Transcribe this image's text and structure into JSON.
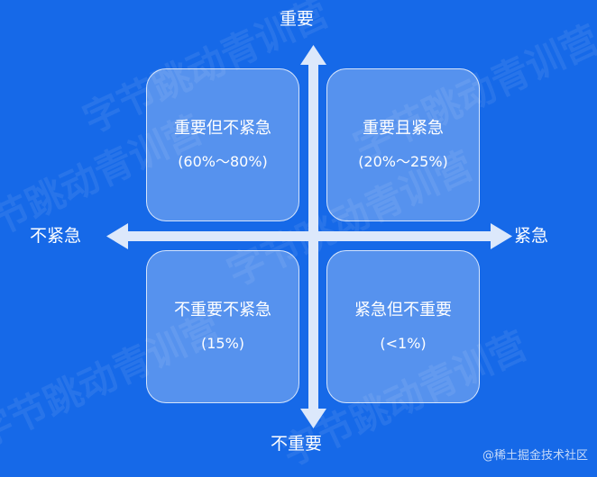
{
  "axes": {
    "top": "重要",
    "bottom": "不重要",
    "left": "不紧急",
    "right": "紧急"
  },
  "quadrants": {
    "top_left": {
      "title": "重要但不紧急",
      "pct": "(60%～80%)"
    },
    "top_right": {
      "title": "重要且紧急",
      "pct": "(20%～25%)"
    },
    "bottom_left": {
      "title": "不重要不紧急",
      "pct": "(15%)"
    },
    "bottom_right": {
      "title": "紧急但不重要",
      "pct": "(<1%)"
    }
  },
  "watermark": "字节跳动青训营",
  "credit": "@稀土掘金技术社区",
  "colors": {
    "background": "#1669e8",
    "axis": "#dce8fb"
  }
}
